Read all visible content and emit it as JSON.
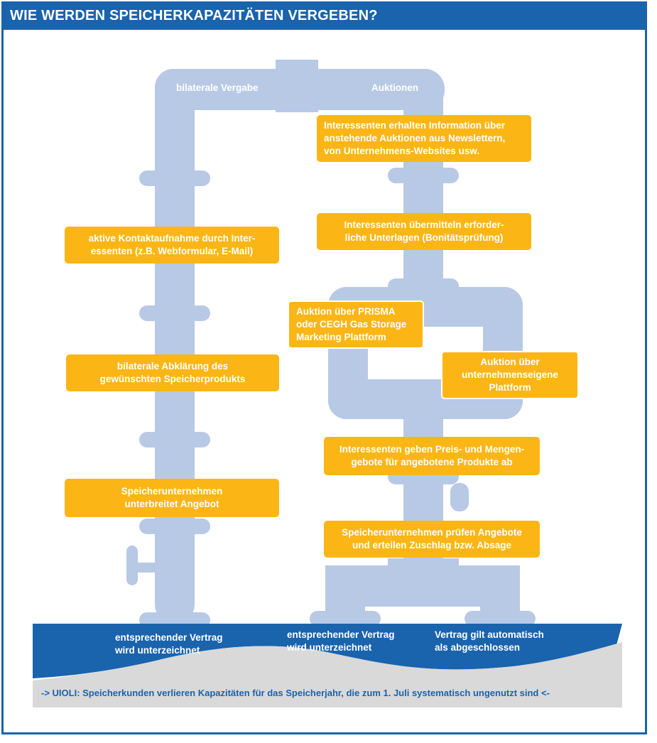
{
  "title": "WIE WERDEN SPEICHERKAPAZITÄTEN VERGEBEN?",
  "colors": {
    "brand_blue": "#1a63ad",
    "pipe": "#b8c9e6",
    "box": "#fbb616",
    "ground": "#d9d9d9"
  },
  "labels": {
    "left_branch": "bilaterale Vergabe",
    "right_branch": "Auktionen"
  },
  "left_steps": [
    "aktive Kontaktaufnahme durch Inter-\nessenten (z.B. Webformular, E-Mail)",
    "bilaterale Abklärung des\ngewünschten Speicherprodukts",
    "Speicherunternehmen\nunterbreitet Angebot"
  ],
  "right_steps": [
    "Interessenten erhalten Information über\nanstehende Auktionen aus Newslettern,\nvon Unternehmens-Websites usw.",
    "Interessenten übermitteln erforder-\nliche Unterlagen (Bonitätsprüfung)",
    "Interessenten geben Preis- und Mengen-\ngebote für angebotene Produkte ab",
    "Speicherunternehmen prüfen Angebote\nund erteilen Zuschlag bzw. Absage"
  ],
  "auction_options": [
    "Auktion über PRISMA\noder CEGH Gas Storage\nMarketing Plattform",
    "Auktion über\nunternehmenseigene\nPlattform"
  ],
  "outcomes": [
    "entsprechender Vertrag\nwird unterzeichnet",
    "entsprechender Vertrag\nwird unterzeichnet",
    "Vertrag gilt automatisch\nals abgeschlossen"
  ],
  "footer": "-> UIOLI: Speicherkunden verlieren Kapazitäten für das Speicherjahr, die zum 1. Juli systematisch ungenutzt sind <-"
}
